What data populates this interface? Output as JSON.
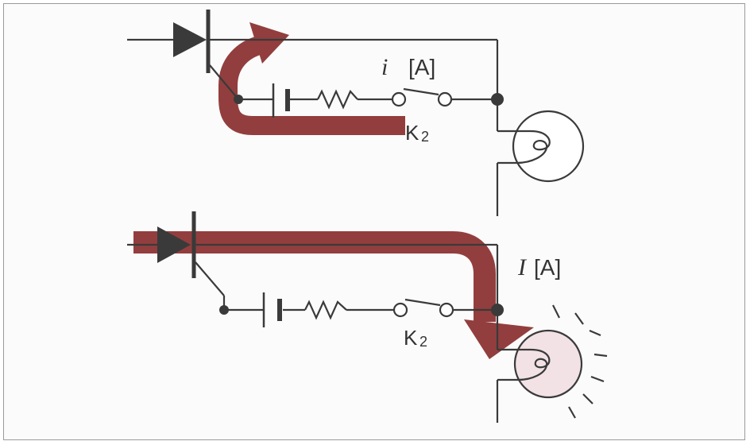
{
  "colors": {
    "wire": "#3a3a3a",
    "current_arrow": "#8a2e2e",
    "lamp_glow": "#f3e2e5"
  },
  "top_circuit": {
    "current_label_var": "i",
    "current_label_unit": "[A]",
    "switch_label": "K",
    "switch_subscript": "2"
  },
  "bottom_circuit": {
    "current_label_var": "I",
    "current_label_unit": "[A]",
    "switch_label": "K",
    "switch_subscript": "2"
  }
}
